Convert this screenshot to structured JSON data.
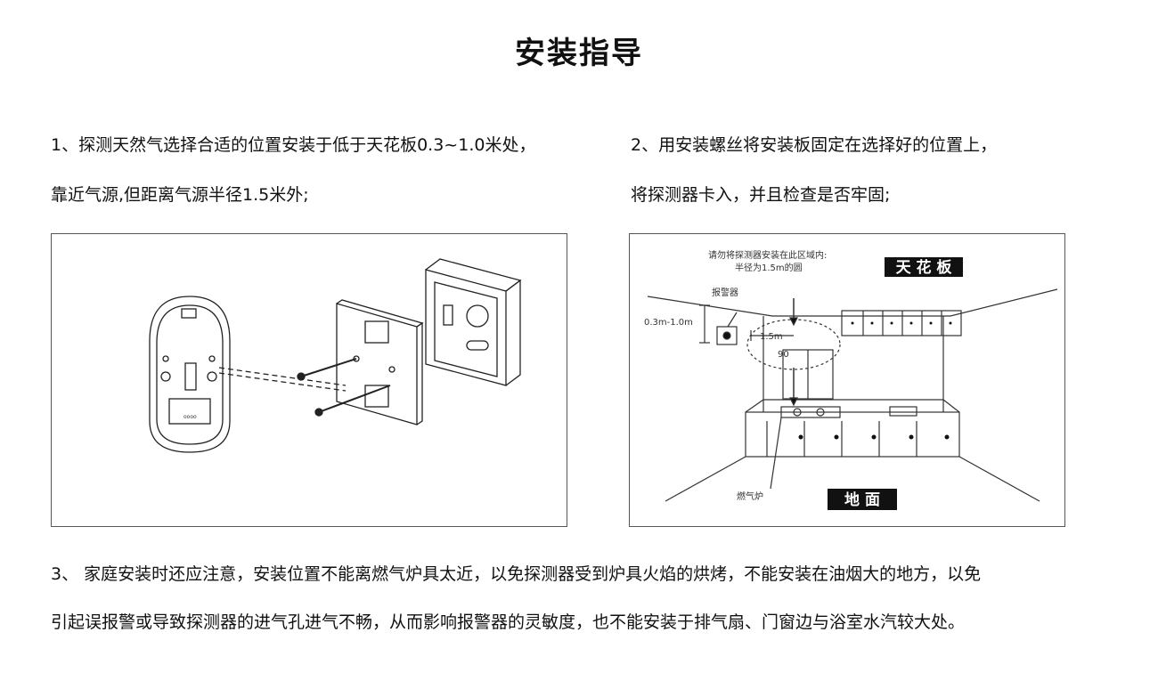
{
  "title": "安装指导",
  "steps": {
    "step1_line1": "1、探测天然气选择合适的位置安装于低于天花板0.3~1.0米处，",
    "step1_line2": "靠近气源,但距离气源半径1.5米外;",
    "step2_line1": "2、用安装螺丝将安装板固定在选择好的位置上，",
    "step2_line2": "将探测器卡入，并且检查是否牢固;",
    "step3_line1": "3、 家庭安装时还应注意，安装位置不能离燃气炉具太近，以免探测器受到炉具火焰的烘烤，不能安装在油烟大的地方，以免",
    "step3_line2": "引起误报警或导致探测器的进气孔进气不畅，从而影响报警器的灵敏度，也不能安装于排气扇、门窗边与浴室水汽较大处。"
  },
  "diagram_right": {
    "note_line1": "请勿将探测器安装在此区域内:",
    "note_line2": "半径为1.5m的圆",
    "ceiling_label": "天 花 板",
    "alarm_label": "报警器",
    "height_label": "0.3m-1.0m",
    "radius_label": "1.5m",
    "angle_label": "90",
    "stove_label": "燃气炉",
    "floor_label": "地  面"
  }
}
